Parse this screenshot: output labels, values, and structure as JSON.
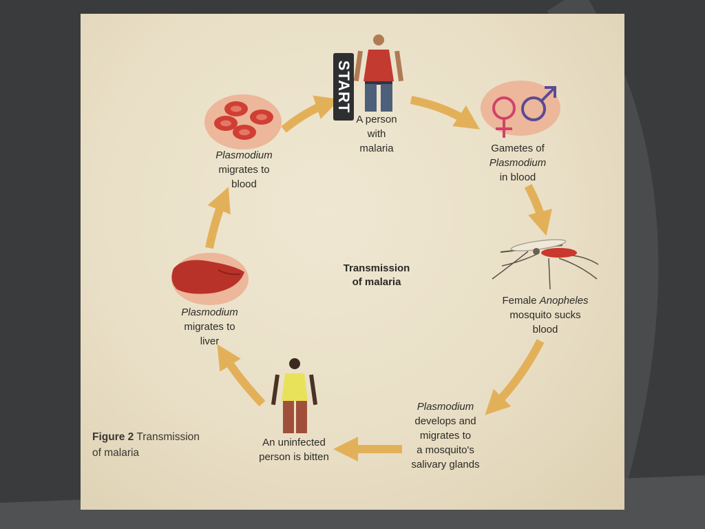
{
  "start_label": "START",
  "center_title": [
    "Transmission",
    "of malaria"
  ],
  "caption": {
    "figure": "Figure 2",
    "line1": "Transmission",
    "line2": "of malaria"
  },
  "stages": {
    "person_with_malaria": [
      "A person",
      "with",
      "malaria"
    ],
    "gametes": {
      "line1": "Gametes of",
      "line2_italic": "Plasmodium",
      "line3": "in blood"
    },
    "mosquito": {
      "line1_plain": "Female ",
      "line1_italic": "Anopheles",
      "line2": "mosquito sucks",
      "line3": "blood"
    },
    "salivary": {
      "line1_italic": "Plasmodium",
      "line2": "develops and",
      "line3": "migrates to",
      "line4": "a mosquito's",
      "line5": "salivary glands"
    },
    "uninfected": [
      "An uninfected",
      "person is bitten"
    ],
    "liver": {
      "line1_italic": "Plasmodium",
      "line2": "migrates to",
      "line3": "liver"
    },
    "blood": {
      "line1_italic": "Plasmodium",
      "line2": "migrates to",
      "line3": "blood"
    }
  },
  "colors": {
    "arrow": "#e3b05a",
    "blood_circle": "#ecb79a",
    "liver": "#b8322a",
    "cell": "#cf3f33",
    "female_symbol": "#d0436a",
    "male_symbol": "#5a4a94"
  }
}
